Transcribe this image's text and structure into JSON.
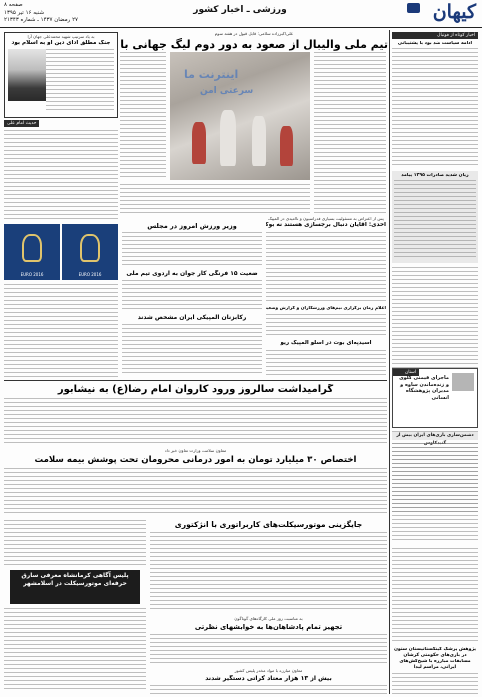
{
  "masthead": {
    "logo": "کیهان",
    "section": "ورزشی ـ اخبار کشور",
    "page_number": "صفحه ۸",
    "issue_line": "شنبه ۱۶ تیر ۱۳۹۵",
    "issue_line2": "۲۷ رمضان ۱۴۳۷ ـ شماره ۲۱۳۴۳"
  },
  "lead": {
    "kicker": "علی‌اکبرزاده سلامی: قابل قبول در هفته سوم",
    "headline": "تیم ملی والیبال از صعود به دور دوم لیگ جهانی بازماند",
    "photo_banner_1": "اینترنت ما",
    "photo_banner_2": "سرعتی امن"
  },
  "stories": {
    "s1_headline": "وزیر ورزش امروز در مجلس",
    "s2_headline": "ضعیت ۱۵ فرنگی کار جوان به اردوی تیم ملی",
    "s3_headline": "رکابزنان المپیکی ایران مشخص شدند",
    "s4_headline": "احدی: آقایان دنبال برجسازی هستند نه بوکس!",
    "s5_headline": "اعلام زمان برگزاری تیم‌های ورزشکاران و گزارش وضعیت اعزام کاروان المپیک",
    "s6_headline": "آسیدپه‌آی بوت در اسلو المپیک ریو",
    "kicker_story4": "پس از اعتراض به مسئولیت بسیاری فدراسیون و ناامیدی در المپیک",
    "culture_headline": "گرامیداشت سالروز ورود کاروان امام رضا(ع) به نیشابور",
    "health_kicker": "معاون سلامت وزارت تعاون خبر داد",
    "health_headline": "اختصاص ۳۰ میلیارد تومان به امور درمانی محرومان تحت پوشش بیمه سلامت",
    "moto_headline": "جایگزینی موتورسیکلت‌های کاربراتوری با انژکتوری",
    "rules_kicker": "به مناسبت روز ملی کارگاه‌های گوناگون",
    "rules_headline": "تجهیز تمام پادشاهان‌ها به خوابشهای نظرتی",
    "police_kicker": "معاون مبارزه با مواد مخدر پلیس کشور",
    "police_headline": "بیش از ۱۳ هزار معتاد کراتی دستگیر شدند"
  },
  "left_column": {
    "header_tag": "حدیث امام علی",
    "profile_kicker": "به یاد سرتیپ شهید محمدعلی جهان آرا",
    "profile_headline": "جنگ مطلق ادای دین او به اسلام بود",
    "euro_label_1": "EURO 2016",
    "euro_label_2": "EURO 2016",
    "dark_ad": "پلیس آگاهی کرمانشاه معرفی سارق حرفه‌ای موتورسیکلت در اسلامشهر"
  },
  "right_column": {
    "header_tag": "اخبار کوتاه از فوتبال",
    "box_headline": "ادامه سیاست ضد بود با پشتیبانی",
    "box2_headline": "زیان شدید صادرات ۱۳۹۵ پیامد",
    "bottom_headline": "مسابقات مبارزه با شیخ‌کش‌های ایرانی، مراسم لیدا",
    "bottom_kicker": "پژوهش پزشک کینگستانیستان ستون در بازی‌های حکومتی کرشان",
    "box3_headline": "ماجرای قیمتی گلوی و زنده‌ماندن ساوه و مدیران پژوهشگاه انسانی",
    "mid_tag": "استان",
    "box4_headline": "دشمن‌سازی بازی‌های ایران بیش از گنبدکاوس"
  }
}
